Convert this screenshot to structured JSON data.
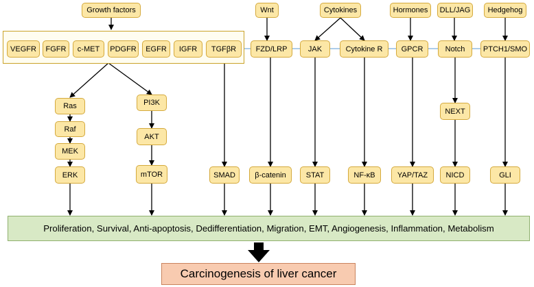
{
  "inputs": {
    "growth_factors": "Growth factors",
    "wnt": "Wnt",
    "cytokines": "Cytokines",
    "hormones": "Hormones",
    "dll_jag": "DLL/JAG",
    "hedgehog": "Hedgehog"
  },
  "receptors": {
    "vegfr": "VEGFR",
    "fgfr": "FGFR",
    "cmet": "c-MET",
    "pdgfr": "PDGFR",
    "egfr": "EGFR",
    "igfr": "IGFR",
    "tgfbr": "TGFβR",
    "fzd_lrp": "FZD/LRP",
    "jak": "JAK",
    "cytokine_r": "Cytokine R",
    "gpcr": "GPCR",
    "notch": "Notch",
    "ptch1_smo": "PTCH1/SMO"
  },
  "mapk": {
    "ras": "Ras",
    "raf": "Raf",
    "mek": "MEK",
    "erk": "ERK"
  },
  "pi3k": {
    "pi3k": "PI3K",
    "akt": "AKT",
    "mtor": "mTOR"
  },
  "notch_path": {
    "next": "NEXT",
    "nicd": "NICD"
  },
  "effectors": {
    "smad": "SMAD",
    "beta_catenin": "β-catenin",
    "stat": "STAT",
    "nfkb": "NF-κB",
    "yap_taz": "YAP/TAZ",
    "gli": "GLI"
  },
  "effects": "Proliferation, Survival, Anti-apoptosis, Dedifferentiation, Migration, EMT, Angiogenesis, Inflammation, Metabolism",
  "outcome": "Carcinogenesis of liver cancer",
  "colors": {
    "node_fill": "#fce7a6",
    "node_border": "#d4a93c",
    "group_border": "#c9a227",
    "effects_fill": "#d8e9c5",
    "outcome_fill": "#f8cbb0",
    "connector": "#5b9bd5"
  }
}
